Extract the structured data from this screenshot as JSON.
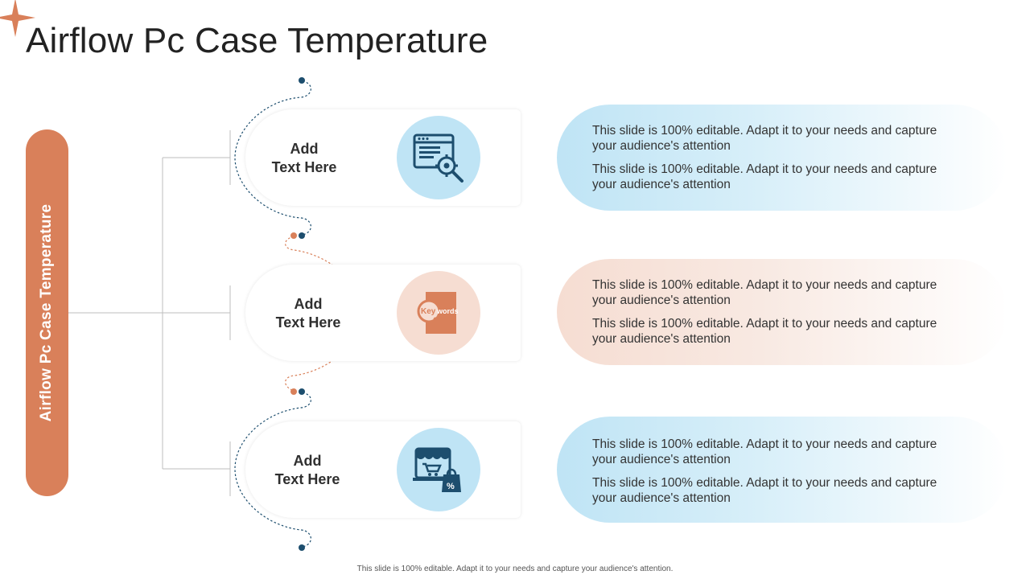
{
  "page": {
    "title": "Airflow Pc Case Temperature",
    "side_label": "Airflow Pc Case Temperature",
    "footer": "This slide is 100% editable. Adapt it to your needs and capture your audience's attention."
  },
  "colors": {
    "accent_orange": "#d9805a",
    "dark_blue": "#1d4e6e",
    "light_blue": "#bfe4f5",
    "light_peach": "#f6ddd2"
  },
  "items": [
    {
      "label_line1": "Add",
      "label_line2": "Text Here",
      "icon": "web-settings-search-icon",
      "text1": "This slide is 100% editable. Adapt it to your needs and capture your audience's attention",
      "text2": "This slide is 100% editable. Adapt it to your needs and capture your audience's attention"
    },
    {
      "label_line1": "Add",
      "label_line2": "Text Here",
      "icon": "keywords-search-icon",
      "icon_text_1": "Key",
      "icon_text_2": "words",
      "text1": "This slide is 100% editable. Adapt it to your needs and capture your audience's attention",
      "text2": "This slide is 100% editable. Adapt it to your needs and capture your audience's attention"
    },
    {
      "label_line1": "Add",
      "label_line2": "Text Here",
      "icon": "online-store-shopping-icon",
      "icon_text": "%",
      "text1": "This slide is 100% editable. Adapt it to your needs and capture your audience's attention",
      "text2": "This slide is 100% editable. Adapt it to your needs and capture your audience's attention"
    }
  ]
}
